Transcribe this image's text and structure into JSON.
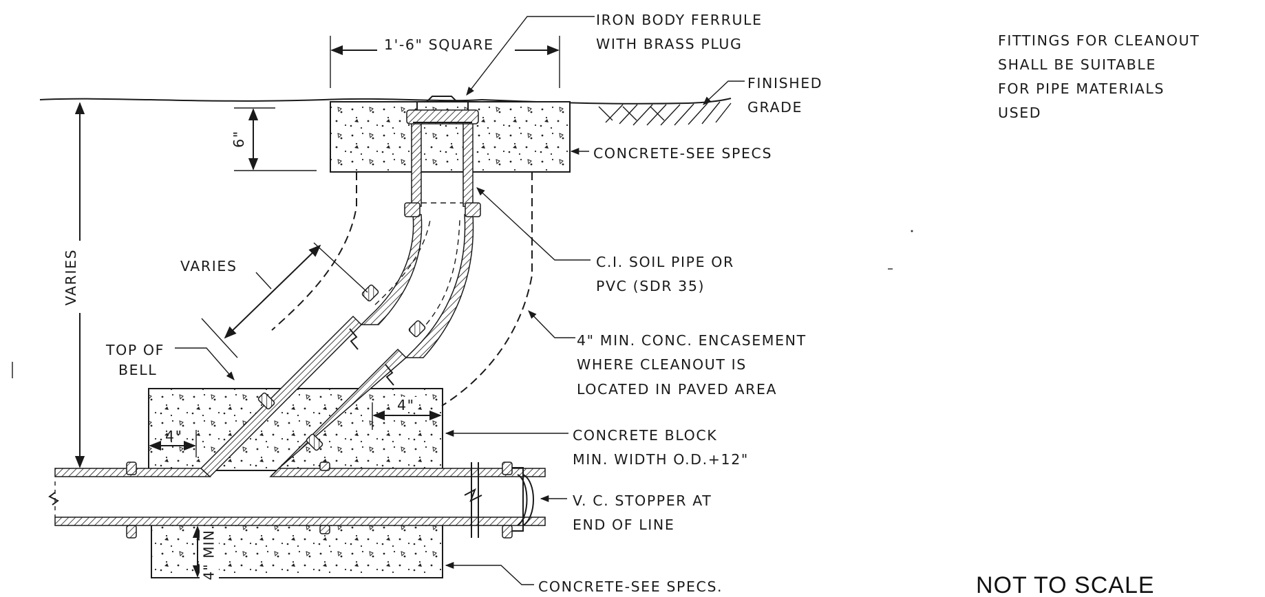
{
  "labels": {
    "square": "1'-6\"  SQUARE",
    "ferrule_1": "IRON BODY FERRULE",
    "ferrule_2": "WITH BRASS PLUG",
    "finished_1": "FINISHED",
    "finished_2": "GRADE",
    "six_in": "6\"",
    "concrete_top": "CONCRETE-SEE SPECS",
    "soil_1": "C.I. SOIL PIPE OR",
    "soil_2": "PVC (SDR 35)",
    "varies_diag": "VARIES",
    "varies_vert": "VARIES",
    "encase_1": "4\" MIN. CONC. ENCASEMENT",
    "encase_2": "WHERE CLEANOUT IS",
    "encase_3": "LOCATED IN PAVED AREA",
    "topbell_1": "TOP OF",
    "topbell_2": "BELL",
    "four_left": "4\"",
    "four_right": "4\"",
    "block_1": "CONCRETE BLOCK",
    "block_2": "MIN. WIDTH O.D.+12\"",
    "stopper_1": "V. C. STOPPER AT",
    "stopper_2": "END OF LINE",
    "four_min": "4\" MIN.",
    "concrete_bottom": "CONCRETE-SEE SPECS."
  },
  "notes": {
    "fittings_1": "FITTINGS FOR CLEANOUT",
    "fittings_2": "SHALL BE SUITABLE",
    "fittings_3": "FOR PIPE MATERIALS",
    "fittings_4": "USED"
  },
  "scale_note": "NOT TO SCALE"
}
